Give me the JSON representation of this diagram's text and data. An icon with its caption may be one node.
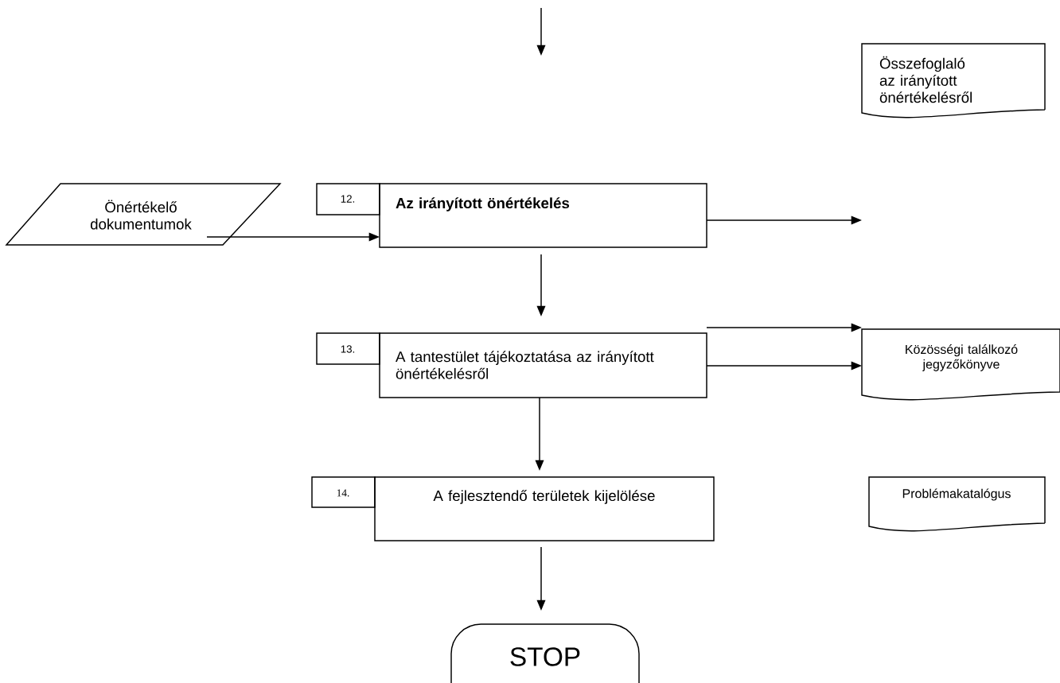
{
  "diagram": {
    "nodes": [
      {
        "text": [
          "Összefoglaló az irányított önértékelésről"
        ]
      },
      {
        "text": [
          "Önértékelő dokumentumok"
        ]
      },
      {
        "text": [
          "12."
        ]
      },
      {
        "text": [
          "Az irányított önértékelés"
        ]
      },
      {
        "text": [
          "13."
        ]
      },
      {
        "text": [
          "A tantestület tájékoztatása az irányított önértékelésről"
        ]
      },
      {
        "text": [
          "Közösségi találkozó jegyzőkönyve"
        ]
      },
      {
        "text": [
          "14."
        ]
      },
      {
        "text": [
          "A fejlesztendő területek kijelölése"
        ]
      },
      {
        "text": [
          "Problémakatalógus"
        ]
      },
      {
        "text": [
          "STOP"
        ]
      }
    ],
    "edges": [
      {
        "from": 1,
        "to": 3,
        "arrow": "to"
      },
      {
        "from": 3,
        "to": null,
        "arrow": "to"
      },
      {
        "from": 3,
        "to": 5,
        "arrow": "to"
      },
      {
        "from": 5,
        "to": 6,
        "arrow": "to"
      },
      {
        "from": 5,
        "to": 6,
        "arrow": "to"
      },
      {
        "from": 5,
        "to": 8,
        "arrow": "to"
      },
      {
        "from": 8,
        "to": 10,
        "arrow": "to"
      }
    ]
  }
}
